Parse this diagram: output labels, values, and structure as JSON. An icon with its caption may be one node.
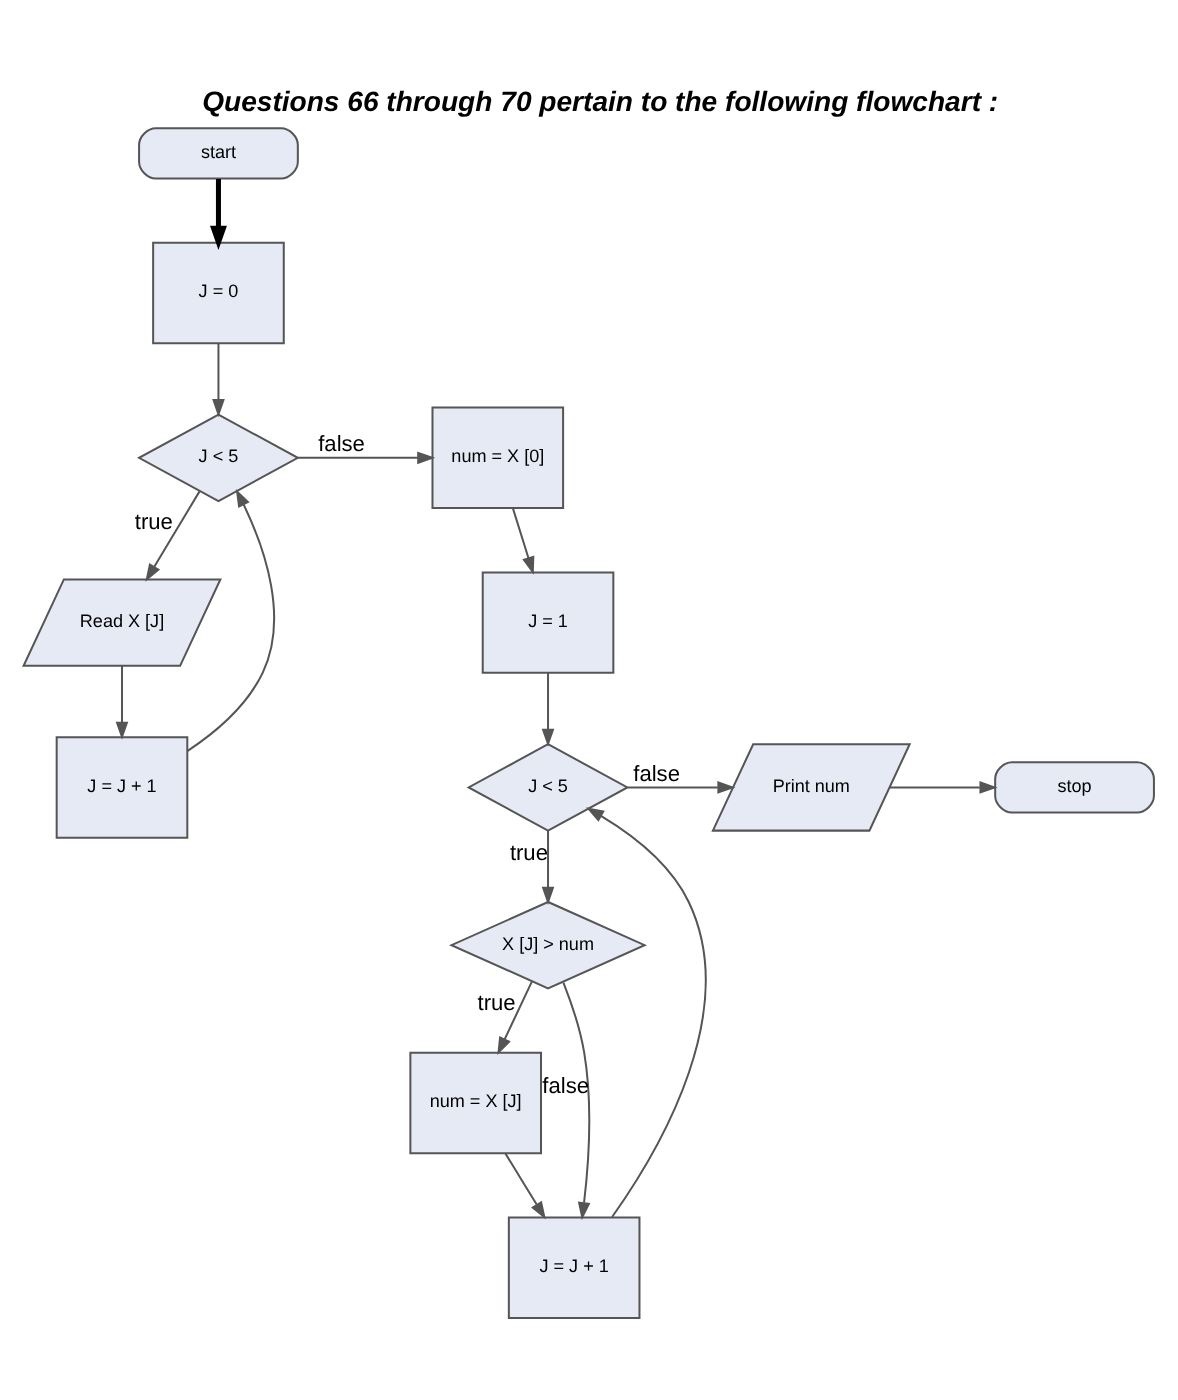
{
  "diagram": {
    "title": "Questions 66 through 70 pertain to the following flowchart :",
    "nodes": [
      {
        "text": [
          "start"
        ]
      },
      {
        "text": [
          "J = 0"
        ]
      },
      {
        "text": [
          "J < 5"
        ]
      },
      {
        "text": [
          "Read X [J]"
        ]
      },
      {
        "text": [
          "J = J + 1"
        ]
      },
      {
        "text": [
          "num = X [0]"
        ]
      },
      {
        "text": [
          "J = 1"
        ]
      },
      {
        "text": [
          "J < 5"
        ]
      },
      {
        "text": [
          "Print num"
        ]
      },
      {
        "text": [
          "stop"
        ]
      },
      {
        "text": [
          "X [J] > num"
        ]
      },
      {
        "text": [
          "num = X [J]"
        ]
      },
      {
        "text": [
          "J = J + 1"
        ]
      }
    ],
    "edges": [
      {
        "from": 0,
        "to": 1,
        "arrow": "to",
        "style": "thick"
      },
      {
        "from": 1,
        "to": 2,
        "arrow": "to"
      },
      {
        "from": 2,
        "to": 5,
        "arrow": "to",
        "label": "false"
      },
      {
        "from": 2,
        "to": 3,
        "arrow": "to",
        "label": "true"
      },
      {
        "from": 3,
        "to": 4,
        "arrow": "to"
      },
      {
        "from": 4,
        "to": 2,
        "arrow": "to"
      },
      {
        "from": 5,
        "to": 6,
        "arrow": "to"
      },
      {
        "from": 6,
        "to": 7,
        "arrow": "to"
      },
      {
        "from": 7,
        "to": 8,
        "arrow": "to",
        "label": "false"
      },
      {
        "from": 8,
        "to": 9,
        "arrow": "to"
      },
      {
        "from": 7,
        "to": 10,
        "arrow": "to",
        "label": "true"
      },
      {
        "from": 10,
        "to": 11,
        "arrow": "to",
        "label": "true"
      },
      {
        "from": 10,
        "to": 12,
        "arrow": "to",
        "label": "false"
      },
      {
        "from": 11,
        "to": 12,
        "arrow": "to"
      },
      {
        "from": 12,
        "to": 7,
        "arrow": "to"
      }
    ]
  }
}
